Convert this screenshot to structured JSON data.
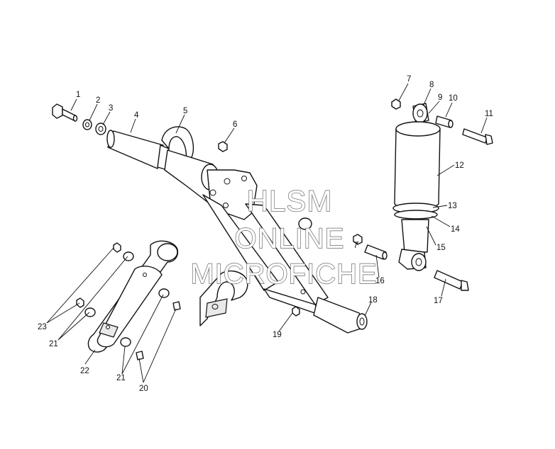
{
  "watermark": {
    "line1": "HLSM",
    "line2": "ONLINE",
    "line3": "MICROFICHE",
    "color": "#6a6a6a"
  },
  "callouts": [
    "1",
    "2",
    "3",
    "4",
    "5",
    "6",
    "7",
    "8",
    "9",
    "10",
    "11",
    "12",
    "13",
    "14",
    "15",
    "16",
    "17",
    "18",
    "19",
    "20",
    "21",
    "21",
    "22",
    "23",
    "7"
  ]
}
